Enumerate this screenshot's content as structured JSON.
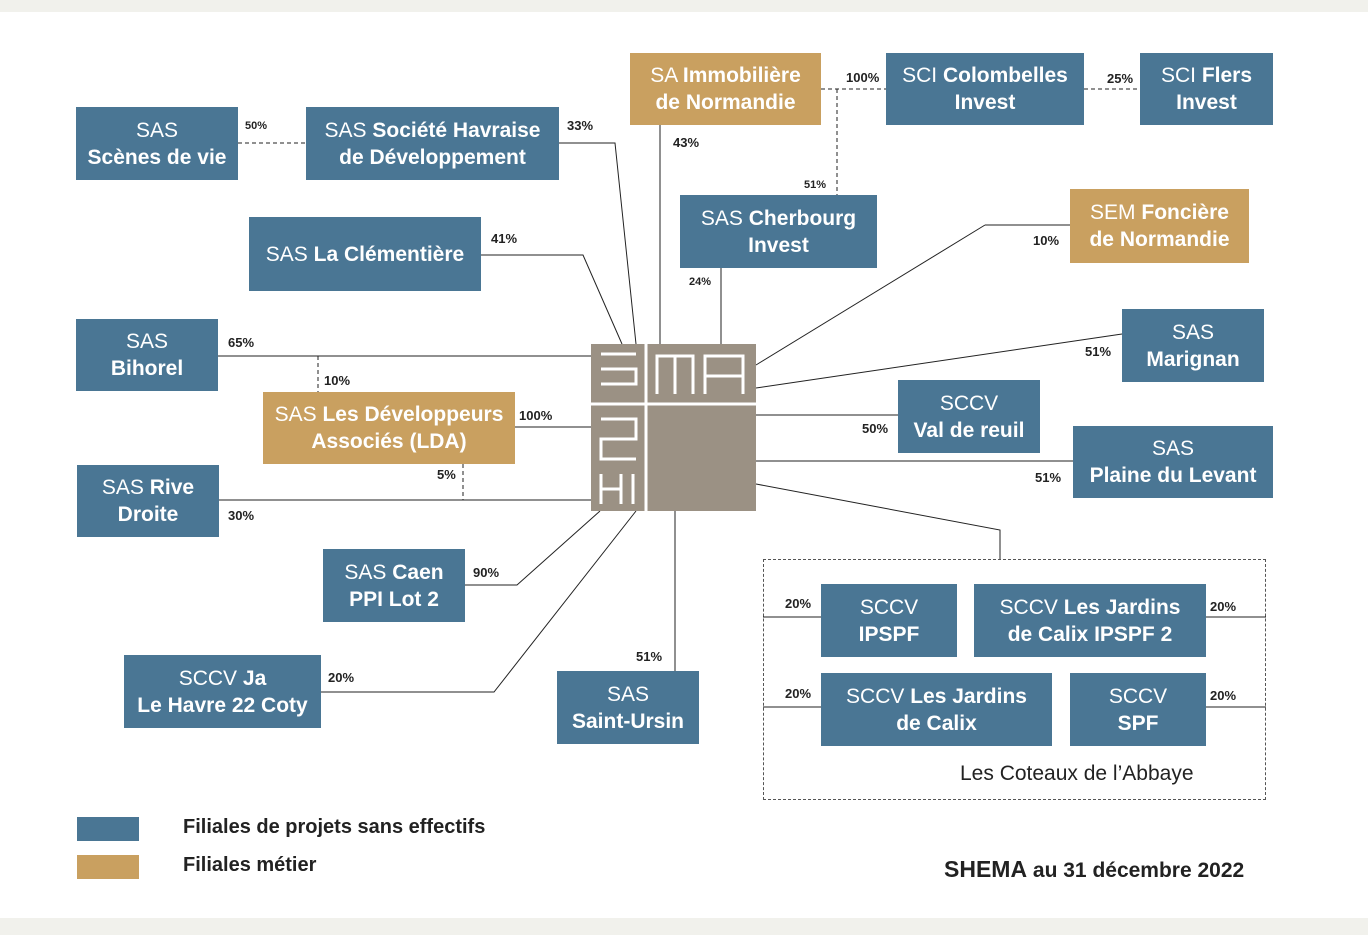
{
  "colors": {
    "project": "#4a7694",
    "business": "#c9a060",
    "logo": "#9b9184"
  },
  "logo": {
    "name": "SHEMA",
    "icon": "shema-logo-icon"
  },
  "entities": {
    "scenes": {
      "prefix": "SAS",
      "name": "Scènes de vie",
      "pct": "50%",
      "category": "project"
    },
    "havraise": {
      "prefix": "SAS",
      "name": "Société Havraise",
      "name2": "de Développement",
      "pct": "33%",
      "category": "project"
    },
    "immo": {
      "prefix": "SA",
      "name": "Immobilière",
      "name2": "de Normandie",
      "pct": "43%",
      "category": "business"
    },
    "colombelles": {
      "prefix": "SCI",
      "name": "Colombelles",
      "name2": "Invest",
      "pct": "100%",
      "category": "project"
    },
    "flers": {
      "prefix": "SCI",
      "name": "Flers",
      "name2": "Invest",
      "pct": "25%",
      "category": "project"
    },
    "cherbourg": {
      "prefix": "SAS",
      "name": "Cherbourg",
      "name2": "Invest",
      "pct": "24%",
      "pct2": "51%",
      "category": "project"
    },
    "clementiere": {
      "prefix": "SAS",
      "name": "La Clémentière",
      "pct": "41%",
      "category": "project"
    },
    "fonciere": {
      "prefix": "SEM",
      "name": "Foncière",
      "name2": "de Normandie",
      "pct": "10%",
      "category": "business"
    },
    "bihorel": {
      "prefix": "SAS",
      "name": "Bihorel",
      "pct": "65%",
      "category": "project"
    },
    "lda": {
      "prefix": "SAS",
      "name": "Les Développeurs",
      "name2": "Associés (LDA)",
      "pct": "100%",
      "pct_bihorel": "10%",
      "pct_rive": "5%",
      "category": "business"
    },
    "marignan": {
      "prefix": "SAS",
      "name": "Marignan",
      "pct": "51%",
      "category": "project"
    },
    "valdereuil": {
      "prefix": "SCCV",
      "name": "Val de reuil",
      "pct": "50%",
      "category": "project"
    },
    "rive": {
      "prefix": "SAS",
      "name": "Rive",
      "name2": "Droite",
      "pct": "30%",
      "category": "project"
    },
    "plaine": {
      "prefix": "SAS",
      "name": "Plaine du Levant",
      "pct": "51%",
      "category": "project"
    },
    "caen": {
      "prefix": "SAS",
      "name": "Caen",
      "name2": "PPI Lot 2",
      "pct": "90%",
      "category": "project"
    },
    "ipspf": {
      "prefix": "SCCV",
      "name": "IPSPF",
      "pct": "20%",
      "category": "project"
    },
    "calix2": {
      "prefix": "SCCV",
      "name": "Les Jardins",
      "name2": "de Calix IPSPF 2",
      "pct": "20%",
      "category": "project"
    },
    "coty": {
      "prefix": "SCCV",
      "name": "Ja",
      "name2": "Le Havre 22 Coty",
      "pct": "20%",
      "category": "project"
    },
    "ursin": {
      "prefix": "SAS",
      "name": "Saint-Ursin",
      "pct": "51%",
      "category": "project"
    },
    "calix": {
      "prefix": "SCCV",
      "name": "Les Jardins",
      "name2": "de Calix",
      "pct": "20%",
      "category": "project"
    },
    "spf": {
      "prefix": "SCCV",
      "name": "SPF",
      "pct": "20%",
      "category": "project"
    }
  },
  "group": {
    "label": "Les Coteaux de l’Abbaye"
  },
  "legend": [
    {
      "label": "Filiales de projets sans effectifs",
      "color": "#4a7694"
    },
    {
      "label": "Filiales métier",
      "color": "#c9a060"
    }
  ],
  "caption": {
    "bold": "SHEMA",
    "rest": "au 31 décembre 2022"
  }
}
